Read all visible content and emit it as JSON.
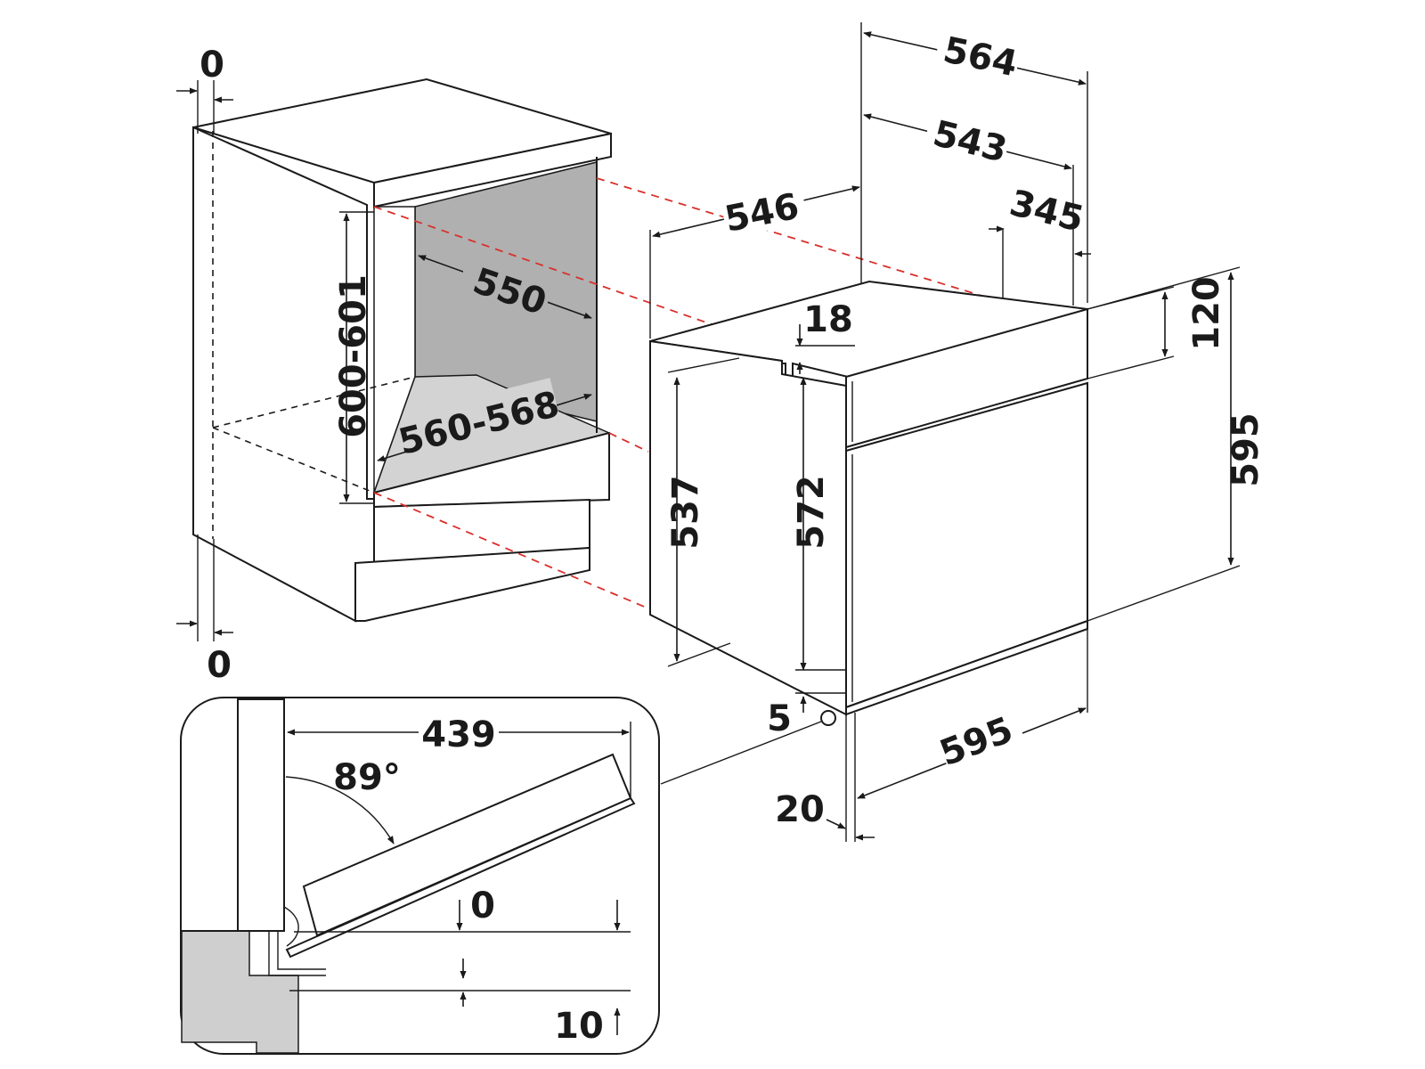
{
  "labels": {
    "niche_top_clearance": "0",
    "niche_bottom_clearance": "0",
    "niche_height": "600-601",
    "niche_depth": "550",
    "niche_width": "560-568",
    "total_depth": "564",
    "depth_543": "543",
    "depth_546": "546",
    "dim_345": "345",
    "dim_18": "18",
    "control_panel_height": "120",
    "total_height": "595",
    "height_537": "537",
    "height_572": "572",
    "dim_5": "5",
    "width": "595",
    "dim_20": "20",
    "door_reach": "439",
    "door_angle": "89°",
    "door_gap_0": "0",
    "door_gap_10": "10"
  },
  "colors": {
    "line": "#1a1a1a",
    "guide_red": "#d9302c",
    "niche_back": "#b0b0b0",
    "niche_floor": "#d3d3d3",
    "section_fill": "#cfcfcf"
  }
}
